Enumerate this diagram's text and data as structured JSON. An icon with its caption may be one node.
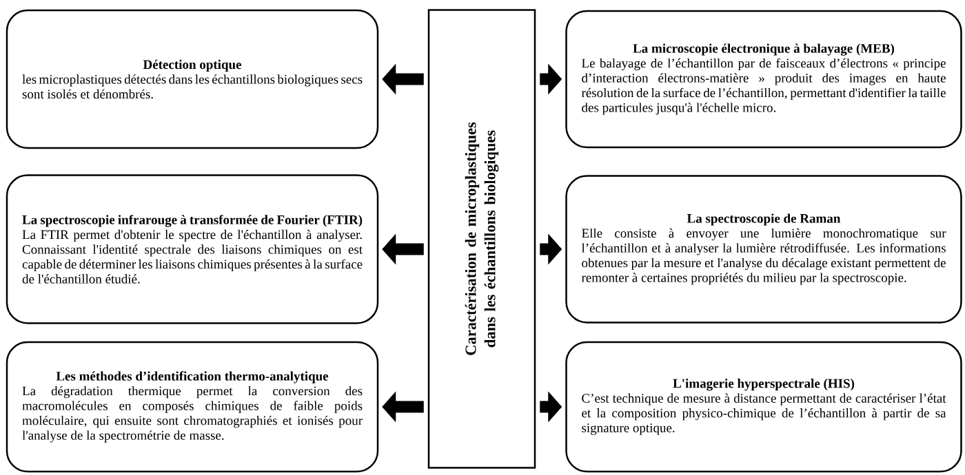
{
  "diagram": {
    "nodes": [
      {
        "text": [
          "Caractérisation de microplastiques dans les échantillons biologiques"
        ]
      },
      {
        "text": [
          "Détection optique",
          "les microplastiques détectés dans les échantillons biologiques secs sont isolés et dénombrés."
        ]
      },
      {
        "text": [
          "La microscopie électronique à balayage (MEB)",
          "Le balayage de l’échantillon par de faisceaux d’électrons « principe d’interaction électrons-matière » produit des images en haute résolution de la surface de l’échantillon, permettant d'identifier la taille des particules jusqu'à l'échelle micro."
        ]
      },
      {
        "text": [
          "La spectroscopie infrarouge à transformée de Fourier (FTIR)",
          "La FTIR permet d'obtenir le spectre de l'échantillon à analyser. Connaissant l'identité spectrale des liaisons chimiques on est capable de déterminer les liaisons chimiques présentes à la surface de l'échantillon étudié."
        ]
      },
      {
        "text": [
          "La spectroscopie de Raman",
          "Elle consiste à envoyer une lumière monochromatique sur l’échantillon et à analyser la lumière rétrodiffusée. Les informations obtenues par la mesure et l'analyse du décalage existant permettent de remonter à certaines propriétés du milieu par la spectroscopie."
        ]
      },
      {
        "text": [
          "Les méthodes d’identification thermo-analytique",
          "La dégradation thermique permet la conversion des macromolécules en composés chimiques de faible poids moléculaire, qui ensuite sont chromatographiés et ionisés pour l'analyse de la spectrométrie de masse."
        ]
      },
      {
        "text": [
          "L'imagerie hyperspectrale (HIS)",
          "C’est technique de mesure à distance permettant de caractériser l’état et la composition physico-chimique de l’échantillon à partir de sa signature optique."
        ]
      }
    ],
    "edges": [
      {
        "from": 0,
        "to": 1,
        "arrow": "to"
      },
      {
        "from": 0,
        "to": 2,
        "arrow": "to"
      },
      {
        "from": 0,
        "to": 3,
        "arrow": "to"
      },
      {
        "from": 0,
        "to": 4,
        "arrow": "to"
      },
      {
        "from": 0,
        "to": 5,
        "arrow": "to"
      },
      {
        "from": 0,
        "to": 6,
        "arrow": "to"
      }
    ]
  }
}
